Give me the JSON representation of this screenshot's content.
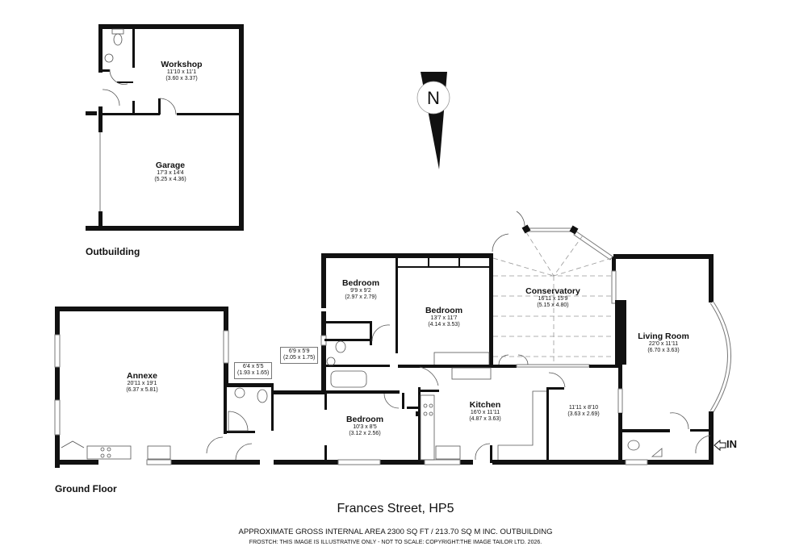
{
  "property": {
    "address": "Frances Street, HP5",
    "gross_internal_area": "APPROXIMATE GROSS INTERNAL AREA 2300 SQ FT / 213.70 SQ M INC. OUTBUILDING",
    "disclaimer": "FROSTCH: THIS IMAGE IS ILLUSTRATIVE ONLY - NOT TO SCALE: COPYRIGHT:THE IMAGE TAILOR LTD. 2026."
  },
  "compass": {
    "label": "N",
    "icon": "north-arrow-icon"
  },
  "sections": {
    "outbuilding": "Outbuilding",
    "ground_floor": "Ground Floor"
  },
  "entrance": {
    "label": "IN",
    "icon": "entrance-arrow-icon"
  },
  "outbuilding_rooms": [
    {
      "name": "Workshop",
      "imperial": "11'10 x 11'1",
      "metric": "(3.60 x 3.37)"
    },
    {
      "name": "Garage",
      "imperial": "17'3 x 14'4",
      "metric": "(5.25 x 4.36)"
    }
  ],
  "ground_floor_rooms": [
    {
      "name": "Annexe",
      "imperial": "20'11 x 19'1",
      "metric": "(6.37 x 5.81)"
    },
    {
      "name": "",
      "imperial": "6'4 x 5'5",
      "metric": "(1.93 x 1.65)"
    },
    {
      "name": "",
      "imperial": "6'9 x 5'9",
      "metric": "(2.05 x 1.75)"
    },
    {
      "name": "Bedroom",
      "imperial": "9'9 x 9'2",
      "metric": "(2.97 x 2.79)"
    },
    {
      "name": "Bedroom",
      "imperial": "13'7 x 11'7",
      "metric": "(4.14 x 3.53)"
    },
    {
      "name": "Bedroom",
      "imperial": "10'3 x 8'5",
      "metric": "(3.12 x 2.56)"
    },
    {
      "name": "Conservatory",
      "imperial": "16'11 x 15'9",
      "metric": "(5.15 x 4.80)"
    },
    {
      "name": "Kitchen",
      "imperial": "16'0 x 11'11",
      "metric": "(4.87 x 3.63)"
    },
    {
      "name": "Living Room",
      "imperial": "22'0 x 11'11",
      "metric": "(6.70 x 3.63)"
    },
    {
      "name": "",
      "imperial": "11'11 x 8'10",
      "metric": "(3.63 x 2.69)"
    }
  ]
}
